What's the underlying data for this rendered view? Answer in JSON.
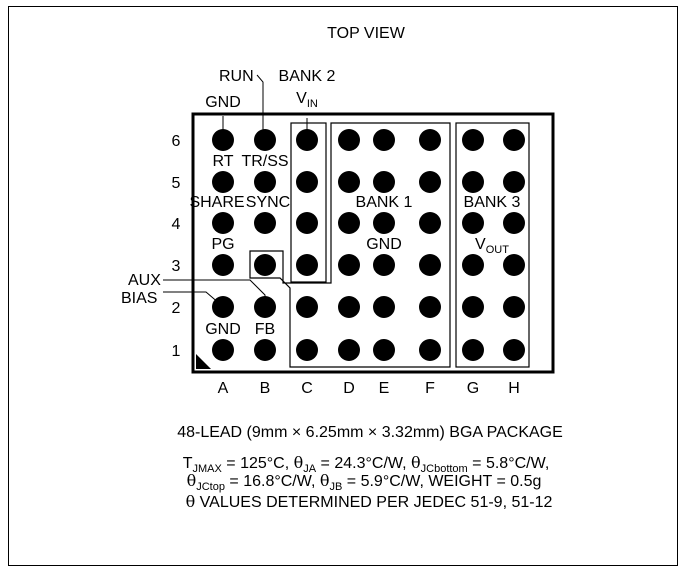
{
  "title": "TOP VIEW",
  "columns": [
    "A",
    "B",
    "C",
    "D",
    "E",
    "F",
    "G",
    "H"
  ],
  "rows": [
    "1",
    "2",
    "3",
    "4",
    "5",
    "6"
  ],
  "pins": {
    "top_gnd": "GND",
    "run": "RUN",
    "rt": "RT",
    "tr_ss": "TR/SS",
    "share": "SHARE",
    "sync": "SYNC",
    "pg": "PG",
    "aux": "AUX",
    "bias": "BIAS",
    "bottom_gnd": "GND",
    "fb": "FB"
  },
  "banks": {
    "bank2": "BANK 2",
    "bank2_signal": "V",
    "bank2_signal_sub": "IN",
    "bank1": "BANK 1",
    "bank1_signal": "GND",
    "bank3": "BANK 3",
    "bank3_signal": "V",
    "bank3_signal_sub": "OUT"
  },
  "caption": {
    "line1": "48-LEAD (9mm × 6.25mm × 3.32mm) BGA PACKAGE",
    "line2": {
      "t": "T",
      "t_sub": "JMAX",
      "t_val": " = 125°C, ",
      "th1": "θ",
      "th1_sub": "JA",
      "th1_val": " = 24.3°C/W, ",
      "th2": "θ",
      "th2_sub": "JCbottom",
      "th2_val": " = 5.8°C/W,"
    },
    "line3": {
      "th1": "θ",
      "th1_sub": "JCtop",
      "th1_val": " = 16.8°C/W, ",
      "th2": "θ",
      "th2_sub": "JB",
      "th2_val": " = 5.9°C/W, WEIGHT = 0.5g"
    },
    "line4": {
      "th": "θ",
      "rest": " VALUES DETERMINED PER JEDEC 51-9, 51-12"
    }
  }
}
